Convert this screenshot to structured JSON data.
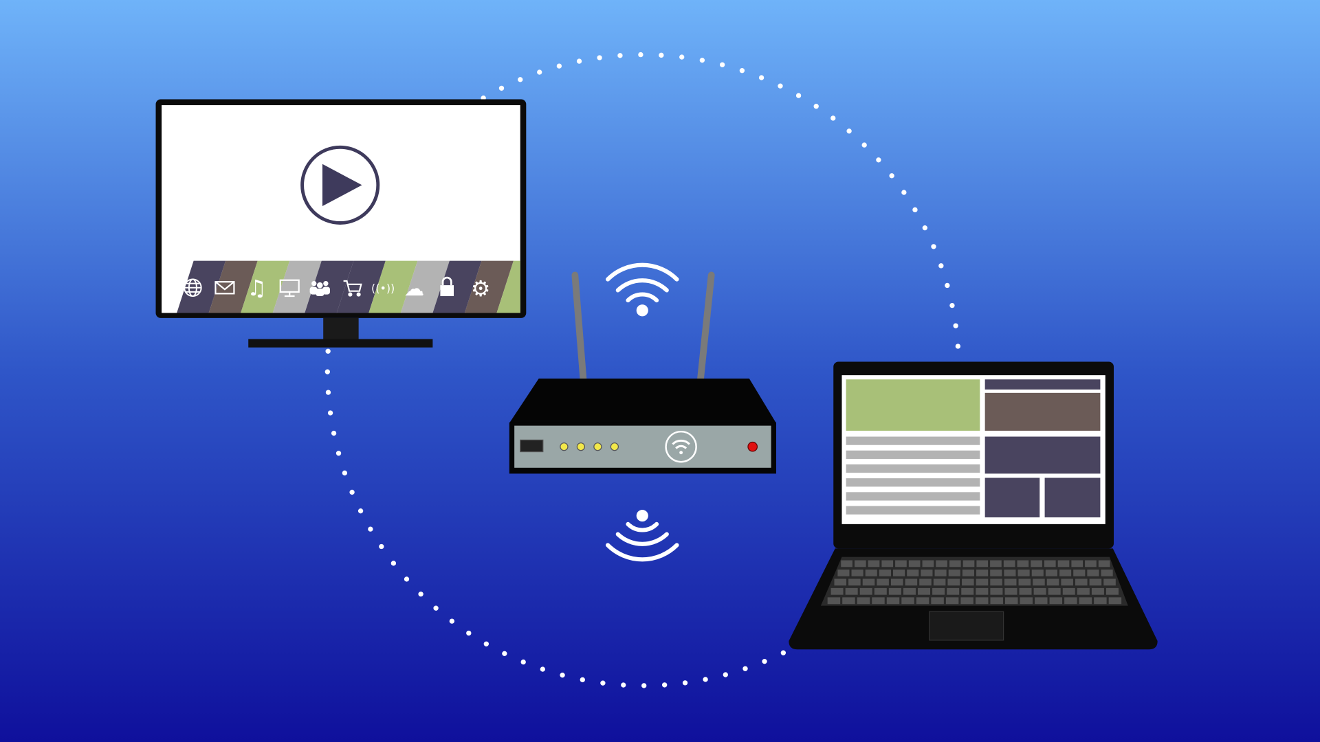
{
  "colors": {
    "background_top": "#6fb3f9",
    "background_bottom": "#0f109c",
    "device_body": "#0b0b0b",
    "screen": "#ffffff",
    "play_icon": "#3e3a5c",
    "strip_purple": "#49445f",
    "strip_brown": "#6b5b57",
    "strip_green": "#a8c078",
    "strip_gray": "#b3b3b3",
    "router_panel": "#9aa7a7",
    "led_yellow": "#f2e84a",
    "led_red": "#e01010"
  },
  "tv": {
    "strip_segments": [
      "purple",
      "brown",
      "green",
      "gray",
      "purple",
      "purple",
      "green",
      "gray",
      "purple",
      "brown",
      "green"
    ],
    "app_icons": [
      "globe-icon",
      "mail-icon",
      "music-icon",
      "monitor-icon",
      "people-icon",
      "cart-icon",
      "broadcast-icon",
      "weather-icon",
      "lock-icon",
      "gear-icon"
    ]
  },
  "router": {
    "leds": [
      "yellow",
      "yellow",
      "yellow",
      "yellow"
    ],
    "status_led": "red"
  }
}
